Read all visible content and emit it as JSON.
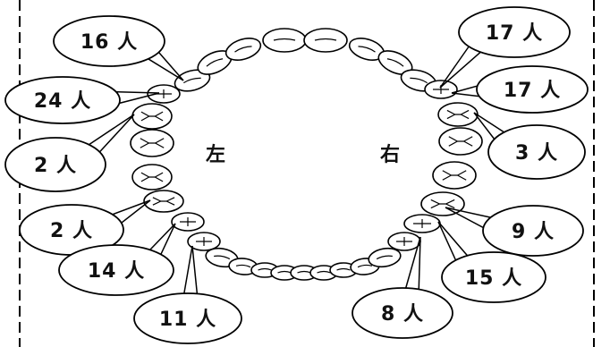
{
  "diagram": {
    "side_labels": {
      "left": "左",
      "right": "右"
    },
    "callouts": [
      {
        "id": "c16L",
        "text": "16 人"
      },
      {
        "id": "c24",
        "text": "24 人"
      },
      {
        "id": "c2a",
        "text": "2 人"
      },
      {
        "id": "c2b",
        "text": "2 人"
      },
      {
        "id": "c14",
        "text": "14 人"
      },
      {
        "id": "c11",
        "text": "11 人"
      },
      {
        "id": "c17a",
        "text": "17 人"
      },
      {
        "id": "c17b",
        "text": "17 人"
      },
      {
        "id": "c3",
        "text": "3 人"
      },
      {
        "id": "c9",
        "text": "9 人"
      },
      {
        "id": "c15",
        "text": "15 人"
      },
      {
        "id": "c8",
        "text": "8 人"
      }
    ]
  }
}
